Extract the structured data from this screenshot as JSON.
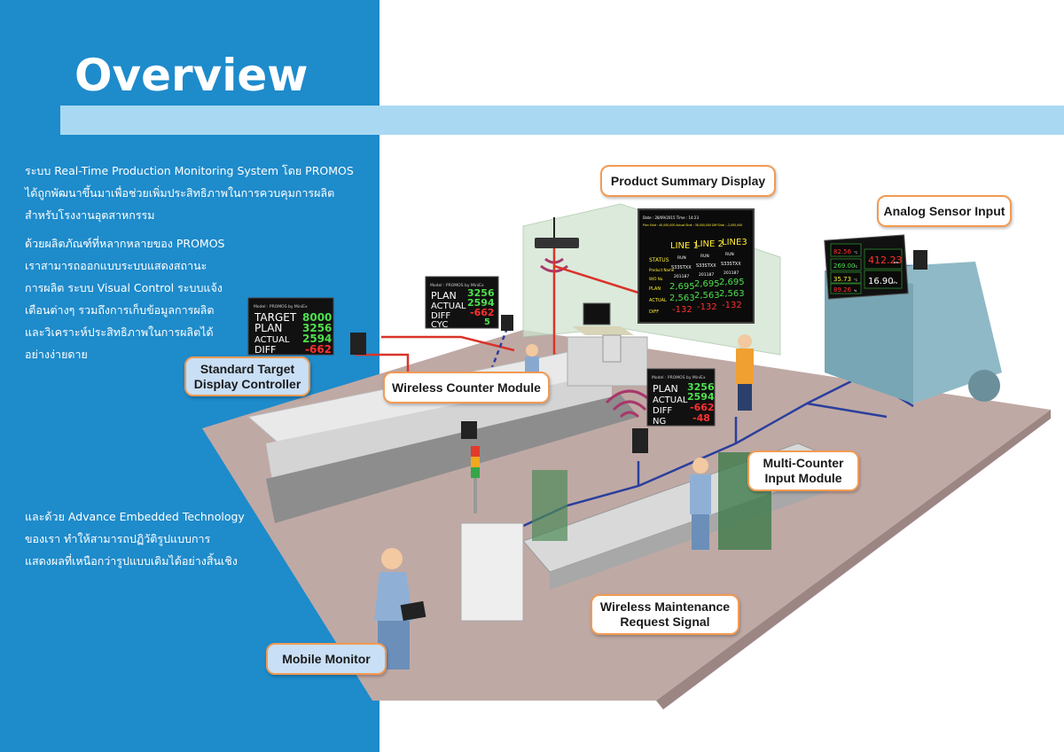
{
  "title": "Overview",
  "intro": {
    "lines": [
      "ระบบ Real-Time Production Monitoring System โดย PROMOS",
      "ได้ถูกพัฒนาขึ้นมาเพื่อช่วยเพิ่มประสิทธิภาพในการควบคุมการผลิต",
      "สำหรับโรงงานอุตสาหกรรม"
    ]
  },
  "intro2": {
    "lines": [
      "ด้วยผลิตภัณฑ์ที่หลากหลายของ PROMOS",
      "เราสามารถออกแบบระบบแสดงสถานะ",
      "การผลิต ระบบ Visual Control ระบบแจ้ง",
      "เตือนต่างๆ   รวมถึงการเก็บข้อมูลการผลิต",
      "และวิเคราะห์ประสิทธิภาพในการผลิตได้",
      "อย่างง่ายดาย"
    ]
  },
  "tech": {
    "lines": [
      "และด้วย Advance Embedded Technology",
      "ของเรา ทำให้สามารถปฏิวัติรูปแบบการ",
      "แสดงผลที่เหนือกว่ารูปแบบเดิมได้อย่างสิ้นเชิง"
    ]
  },
  "callouts": {
    "product_summary": "Product Summary Display",
    "analog_sensor": "Analog Sensor Input",
    "standard_target": [
      "Standard Target",
      "Display Controller"
    ],
    "wireless_counter": "Wireless Counter Module",
    "multi_counter": [
      "Multi-Counter",
      "Input Module"
    ],
    "wireless_maint": [
      "Wireless Maintenance",
      "Request Signal"
    ],
    "mobile_monitor": "Mobile Monitor"
  },
  "display_std": {
    "model": "Model : PROMOS by MiniEx",
    "rows": [
      {
        "label": "TARGET",
        "value": "8000"
      },
      {
        "label": "PLAN",
        "value": "3256"
      },
      {
        "label": "ACTUAL",
        "value": "2594"
      },
      {
        "label": "DIFF",
        "value": "-662"
      }
    ]
  },
  "display_wireless": {
    "model": "Model : PROMOS by MiniEx",
    "rows": [
      {
        "label": "PLAN",
        "value": "3256"
      },
      {
        "label": "ACTUAL",
        "value": "2594"
      },
      {
        "label": "DIFF",
        "value": "-662"
      },
      {
        "label": "CYC",
        "value": "5"
      }
    ]
  },
  "display_multi": {
    "model": "Model : PROMOS by MiniEx",
    "rows": [
      {
        "label": "PLAN",
        "value": "3256"
      },
      {
        "label": "ACTUAL",
        "value": "2594"
      },
      {
        "label": "DIFF",
        "value": "-662"
      },
      {
        "label": "NG",
        "value": "-48"
      }
    ]
  },
  "summary": {
    "top": "Date : 28/09/2015   Time : 14:23",
    "top2": "Plan Shot : 40,000,000   Actual Shot : 38,000,000   Diff Shot : -2,000,000",
    "lines": [
      "LINE 1",
      "LINE 2",
      "LINE3"
    ],
    "rows": [
      {
        "label": "STATUS",
        "values": [
          "RUN",
          "RUN",
          "RUN"
        ]
      },
      {
        "label": "Product Name",
        "values": [
          "S33STXX",
          "S33STXX",
          "S33STXX"
        ]
      },
      {
        "label": "W/O No.",
        "values": [
          "201187",
          "201187",
          "201187"
        ]
      },
      {
        "label": "PLAN",
        "values": [
          "2,695",
          "2,695",
          "2,695"
        ]
      },
      {
        "label": "ACTUAL",
        "values": [
          "2,563",
          "2,563",
          "2,563"
        ]
      },
      {
        "label": "DIFF",
        "values": [
          "-132",
          "-132",
          "-132"
        ]
      }
    ]
  },
  "analog": {
    "values": [
      "82.56",
      "412.23",
      "269.00",
      "35.73",
      "16.90",
      "89.26"
    ],
    "units": [
      "°C",
      "bar",
      "°C",
      "°C",
      "kPa",
      "%"
    ]
  },
  "colors": {
    "panel_blue": "#1e8bcb",
    "bar_light_blue": "#a9d9f2",
    "callout_border": "#f29a53",
    "callout_blue_fill": "#c9dff5",
    "digit_green": "#4ee04e",
    "digit_red": "#ff3030",
    "digit_yellow": "#ffee33"
  }
}
